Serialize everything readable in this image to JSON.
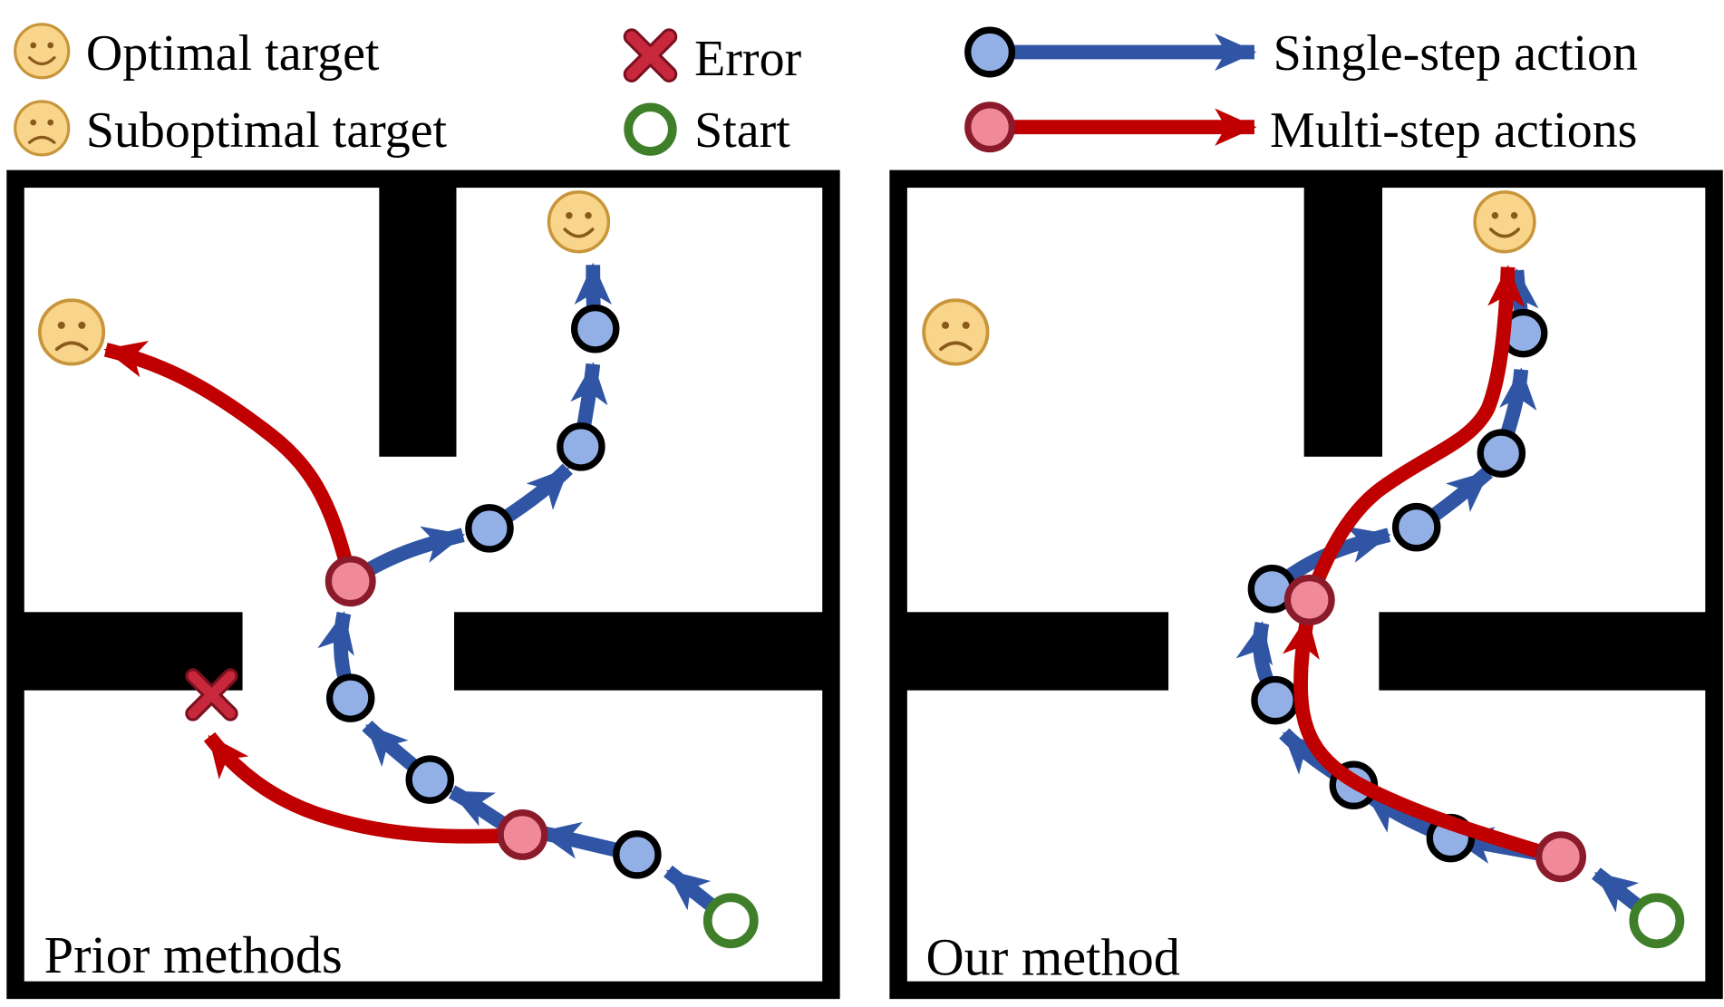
{
  "legend": {
    "optimal": "Optimal target",
    "suboptimal": "Suboptimal target",
    "error": "Error",
    "start": "Start",
    "single": "Single-step action",
    "multi": "Multi-step actions"
  },
  "panels": {
    "left_label": "Prior methods",
    "right_label": "Our method"
  },
  "colors": {
    "single_step": "#2f55a4",
    "single_node_fill": "#93b0e6",
    "multi_step": "#c00000",
    "multi_node_fill": "#f08a98",
    "multi_node_stroke": "#8b1a2a",
    "start": "#3f7f2a",
    "error": "#c8283c",
    "face_fill": "#f8d58a",
    "face_stroke": "#c8953a"
  }
}
